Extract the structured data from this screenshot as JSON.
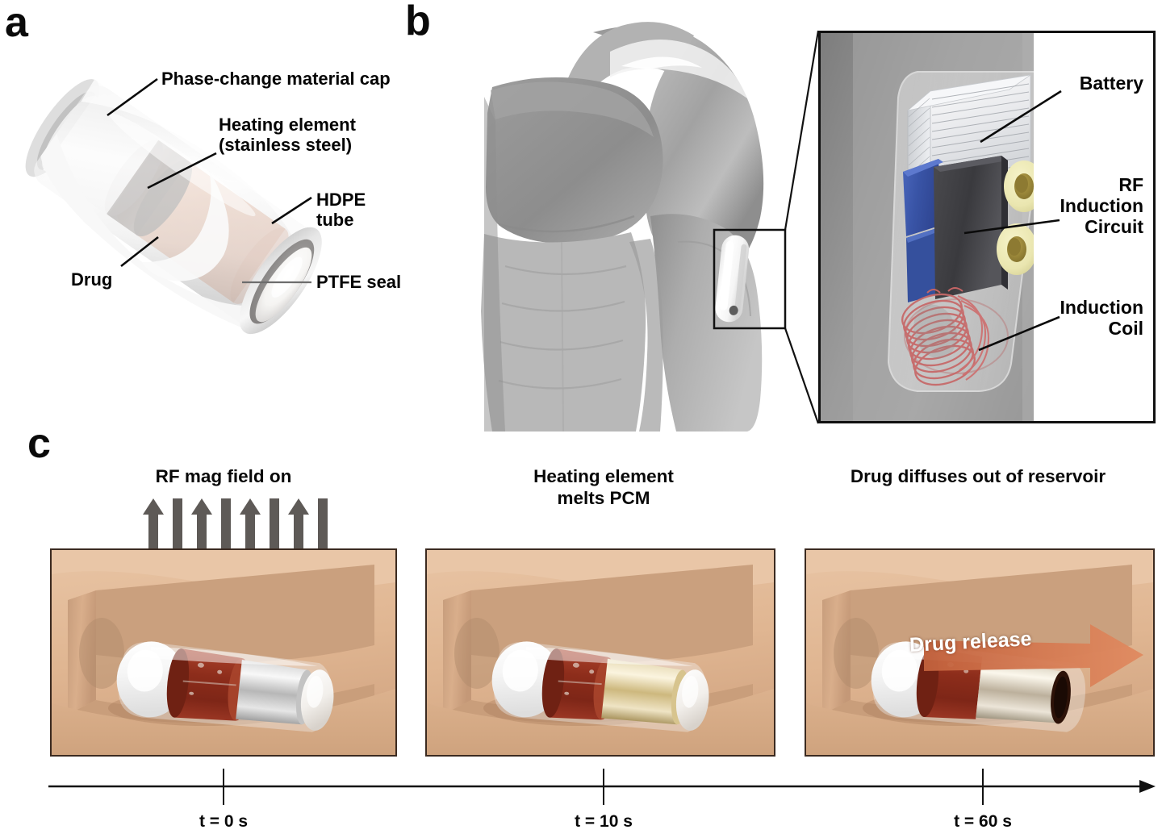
{
  "figure": {
    "panels": [
      "a",
      "b",
      "c"
    ]
  },
  "panel_a": {
    "letter": "a",
    "labels": [
      {
        "id": "pcm-cap",
        "text": "Phase-change material cap"
      },
      {
        "id": "heating-element",
        "text": "Heating element\n(stainless steel)"
      },
      {
        "id": "hdpe-tube",
        "text": "HDPE tube"
      },
      {
        "id": "drug",
        "text": "Drug"
      },
      {
        "id": "ptfe-seal",
        "text": "PTFE seal"
      }
    ],
    "colors": {
      "tube": "#f2f2f2",
      "tube_edge": "#c9c9c9",
      "heating_element": "#8e8a88",
      "drug": "#e0b9a5",
      "ptfe_seal": "#f7f5f2"
    }
  },
  "panel_b": {
    "letter": "b",
    "labels": [
      {
        "id": "battery",
        "text": "Battery"
      },
      {
        "id": "rf-induction-circuit",
        "text": "RF\nInduction\nCircuit"
      },
      {
        "id": "induction-coil",
        "text": "Induction\nCoil"
      }
    ],
    "colors": {
      "torso": "#a8a8a8",
      "inset_background": "#8d8d8d",
      "battery": "#e9e9ea",
      "circuit_board": "#3d3d41",
      "blue_component": "#3a56a8",
      "pad": "#eeeab4",
      "coil": "#c96a6a",
      "device_shell": "#fbfbfb"
    }
  },
  "panel_c": {
    "letter": "c",
    "steps": [
      {
        "id": "step-1",
        "title": "RF mag field on",
        "time_label": "t = 0 s",
        "arrow_count": 8,
        "state": "pcm-solid"
      },
      {
        "id": "step-2",
        "title": "Heating element\nmelts PCM",
        "time_label": "t = 10 s",
        "arrow_count": 0,
        "state": "pcm-melting"
      },
      {
        "id": "step-3",
        "title": "Drug diffuses out of reservoir",
        "time_label": "t = 60 s",
        "arrow_count": 0,
        "state": "drug-releasing",
        "release_label": "Drug release"
      }
    ],
    "colors": {
      "skin_top": "#e3bb9a",
      "skin_mid": "#dfb492",
      "skin_deep": "#c69a78",
      "frame": "#3b2a20",
      "rf_arrow": "#5e5a57",
      "drug_arrow": "#d4714a",
      "drug_body": "#8e2f1c",
      "pcm_solid": "#b9bcbd",
      "pcm_melted": "#d8c08a",
      "capsule": "#fbfbfb"
    }
  }
}
